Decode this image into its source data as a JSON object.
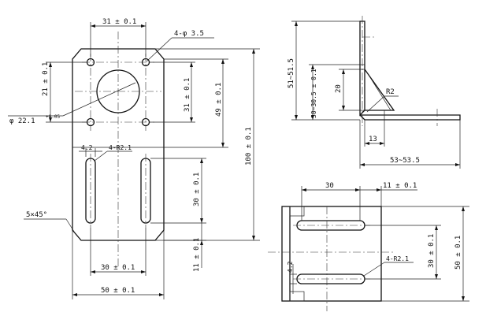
{
  "front_view": {
    "dim_top_hole_pitch": "31 ± 0.1",
    "dim_mount_holes": "4-φ 3.5",
    "dim_hole_v_pitch_left": "21 ± 0.1",
    "dim_hole_v_pitch_right": "31 ± 0.1",
    "dim_center_height": "49 ± 0.1",
    "dim_total_height": "100 ± 0.1",
    "dim_bore_dia": "φ 22.1",
    "dim_bore_tol": "+0.05",
    "dim_slot_width": "4.2",
    "dim_slot_radius": "4-R2.1",
    "dim_slot_length": "30 ± 0.1",
    "dim_slot_pitch": "30 ± 0.1",
    "dim_slot_bottom": "11 ± 0.1",
    "dim_width": "50 ± 0.1",
    "dim_chamfer": "5×45°"
  },
  "side_view": {
    "dim_height": "51~51.5",
    "dim_gusset_range": "30~30.5 ± 0.1",
    "dim_gusset_height": "20",
    "dim_radius": "R2",
    "dim_gusset_offset": "13",
    "dim_length": "53~53.5"
  },
  "bottom_view": {
    "dim_slot_length": "30",
    "dim_slot_start": "11 ± 0.1",
    "dim_slot_width": "4.2",
    "dim_slot_radius": "4-R2.1",
    "dim_slot_pitch": "30 ± 0.1",
    "dim_total_width": "50 ± 0.1"
  }
}
